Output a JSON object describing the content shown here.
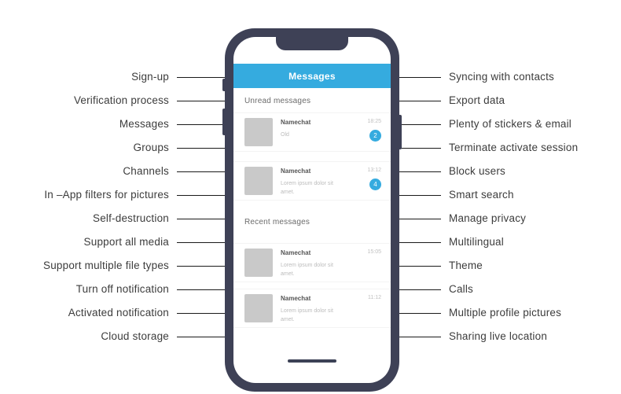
{
  "left_callouts": [
    {
      "label": "Sign-up"
    },
    {
      "label": "Verification process"
    },
    {
      "label": "Messages"
    },
    {
      "label": "Groups"
    },
    {
      "label": "Channels"
    },
    {
      "label": "In –App filters for pictures"
    },
    {
      "label": "Self-destruction"
    },
    {
      "label": "Support all media"
    },
    {
      "label": "Support multiple file types"
    },
    {
      "label": "Turn off notification"
    },
    {
      "label": "Activated notification"
    },
    {
      "label": "Cloud storage"
    }
  ],
  "right_callouts": [
    {
      "label": "Syncing with contacts"
    },
    {
      "label": "Export data"
    },
    {
      "label": "Plenty of stickers & email"
    },
    {
      "label": "Terminate activate session"
    },
    {
      "label": "Block users"
    },
    {
      "label": "Smart search"
    },
    {
      "label": "Manage privacy"
    },
    {
      "label": "Multilingual"
    },
    {
      "label": "Theme"
    },
    {
      "label": "Calls"
    },
    {
      "label": "Multiple profile pictures"
    },
    {
      "label": "Sharing live location"
    }
  ],
  "phone": {
    "header_title": "Messages",
    "sections": [
      {
        "title": "Unread messages",
        "messages": [
          {
            "name": "Namechat",
            "preview": "Old",
            "time": "18:25",
            "badge": "2"
          },
          {
            "name": "Namechat",
            "preview": "Lorem ipsum dolor sit amet.",
            "time": "13:12",
            "badge": "4"
          }
        ]
      },
      {
        "title": "Recent messages",
        "messages": [
          {
            "name": "Namechat",
            "preview": "Lorem ipsum dolor sit amet.",
            "time": "15:05"
          },
          {
            "name": "Namechat",
            "preview": "Lorem ipsum dolor sit amet.",
            "time": "11:12"
          }
        ]
      }
    ]
  },
  "colors": {
    "accent": "#35abdf",
    "phone_frame": "#3e4156",
    "callout_dot": "#131313",
    "avatar_placeholder": "#c9c9c9"
  }
}
